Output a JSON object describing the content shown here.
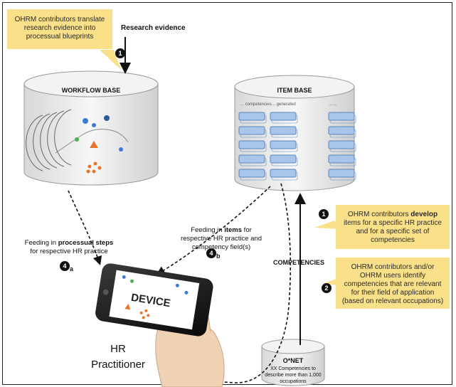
{
  "notes": {
    "blueprint": "OHRM contributors translate research evidence into processual blueprints",
    "develop_pre": "OHRM contributors ",
    "develop_strong": "develop",
    "develop_post": " items for a specific HR practice and for a specific set of competencies",
    "identify": "OHRM contributors and/or OHRM users identify competencies that are relevant for their field of application (based on relevant occupations)"
  },
  "labels": {
    "research_evidence": "Research evidence",
    "workflow_base": "WORKFLOW BASE",
    "item_base": "ITEM BASE",
    "feeding_steps_pre": "Feeding in ",
    "feeding_steps_strong": "processual steps",
    "feeding_steps_post": " for respective HR practice",
    "feeding_items_pre": "Feeding in ",
    "feeding_items_strong": "items",
    "feeding_items_post": " for respective HR practice and competency field(s)",
    "competencies": "COMPETENCIES",
    "onet": "O*NET",
    "onet_desc": "XX Competencies to describe more than 1,000 occupations",
    "device": "DEVICE",
    "hr": "HR",
    "practitioner": "Practitioner",
    "col1": "... competencies",
    "col2": "... generated",
    "col3": "... ..."
  },
  "steps": {
    "one_top": "1",
    "one_right": "1",
    "two": "2",
    "four_a": "4",
    "four_a_sub": "a",
    "four_b": "4",
    "four_b_sub": "b"
  },
  "colors": {
    "note_fill": "#fbe08a",
    "block_fill": "#a9c6ea",
    "block_edge": "#5a86bf",
    "cylinder_fill": "#efefef"
  }
}
